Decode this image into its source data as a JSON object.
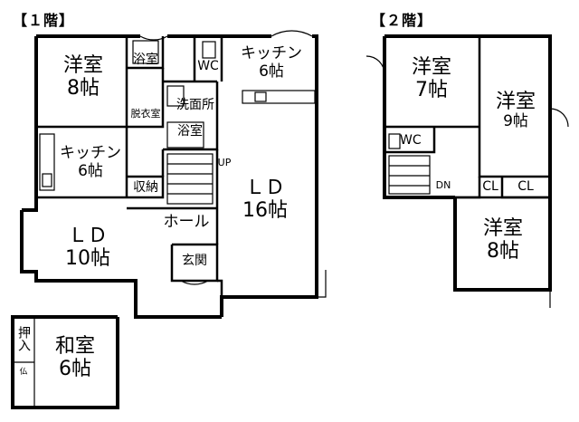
{
  "floor1": {
    "title": "【１階】",
    "rooms": {
      "yoshitsu8": {
        "name": "洋室",
        "size": "8帖"
      },
      "bath_tub": {
        "name": "浴室"
      },
      "wc": {
        "name": "WC"
      },
      "kitchen_right": {
        "name": "キッチン",
        "size": "6帖"
      },
      "dressing": {
        "name": "脱衣室"
      },
      "washroom": {
        "name": "洗面所"
      },
      "bath": {
        "name": "浴室"
      },
      "kitchen_left": {
        "name": "キッチン",
        "size": "6帖"
      },
      "storage": {
        "name": "収納"
      },
      "hall": {
        "name": "ホール"
      },
      "ld16": {
        "name": "ＬＤ",
        "size": "16帖"
      },
      "ld10": {
        "name": "ＬＤ",
        "size": "10帖"
      },
      "entrance": {
        "name": "玄関"
      },
      "closet": {
        "name": "押入"
      },
      "altar": {
        "name": "仏"
      },
      "washitsu": {
        "name": "和室",
        "size": "6帖"
      }
    },
    "stairs_label": "UP"
  },
  "floor2": {
    "title": "【２階】",
    "rooms": {
      "yoshitsu7": {
        "name": "洋室",
        "size": "7帖"
      },
      "yoshitsu9": {
        "name": "洋室",
        "size": "9帖"
      },
      "wc": {
        "name": "WC"
      },
      "cl1": {
        "name": "CL"
      },
      "cl2": {
        "name": "CL"
      },
      "yoshitsu8": {
        "name": "洋室",
        "size": "8帖"
      }
    },
    "stairs_label": "DN"
  }
}
